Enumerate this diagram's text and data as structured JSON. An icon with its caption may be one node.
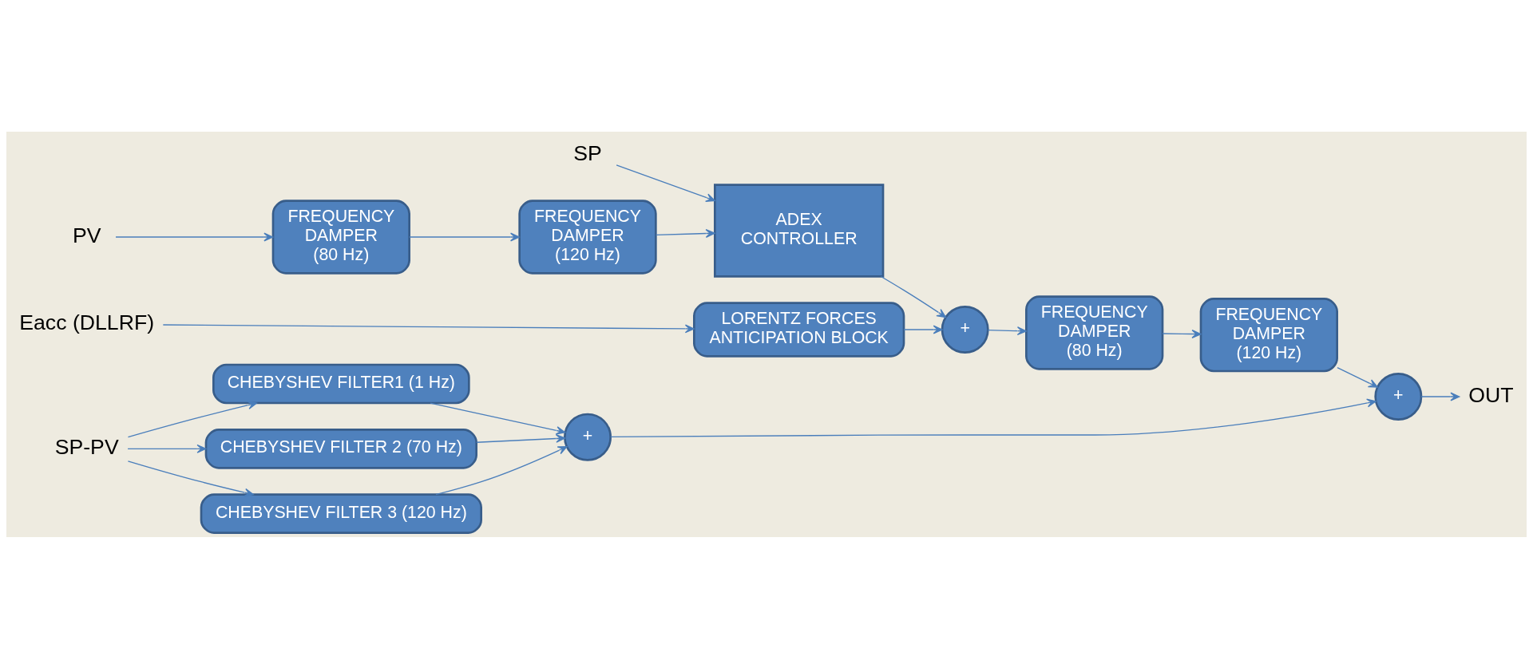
{
  "diagram": {
    "nodes": [
      {
        "text": [
          "Eacc (DLLRF)"
        ]
      },
      {
        "text": [
          "LORENTZ FORCES ANTICIPATION BLOCK"
        ]
      },
      {
        "text": [
          "SP"
        ]
      },
      {
        "text": [
          "PV"
        ]
      },
      {
        "text": [
          "FREQUENCY DAMPER (80 Hz)"
        ]
      },
      {
        "text": [
          "FREQUENCY DAMPER (120 Hz)"
        ]
      },
      {
        "text": [
          "ADEX CONTROLLER"
        ]
      },
      {
        "text": [
          "+"
        ]
      },
      {
        "text": [
          "FREQUENCY DAMPER (80 Hz)"
        ]
      },
      {
        "text": [
          "FREQUENCY DAMPER (120 Hz)"
        ]
      },
      {
        "text": [
          "+"
        ]
      },
      {
        "text": [
          "OUT"
        ]
      },
      {
        "text": [
          "CHEBYSHEV FILTER1 (1 Hz)"
        ]
      },
      {
        "text": [
          "SP-PV"
        ]
      },
      {
        "text": [
          "CHEBYSHEV FILTER 2 (70 Hz)"
        ]
      },
      {
        "text": [
          "CHEBYSHEV FILTER 3 (120 Hz)"
        ]
      },
      {
        "text": [
          "+"
        ]
      }
    ],
    "edges": [
      {
        "from": 0,
        "to": 1,
        "arrow": "to"
      },
      {
        "from": 1,
        "to": 7,
        "arrow": "to"
      },
      {
        "from": 2,
        "to": 6,
        "arrow": "to"
      },
      {
        "from": 3,
        "to": 4,
        "arrow": "to"
      },
      {
        "from": 4,
        "to": 5,
        "arrow": "to"
      },
      {
        "from": 5,
        "to": 6,
        "arrow": "to"
      },
      {
        "from": 6,
        "to": 7,
        "arrow": "to"
      },
      {
        "from": 7,
        "to": 8,
        "arrow": "to"
      },
      {
        "from": 8,
        "to": 9,
        "arrow": "to"
      },
      {
        "from": 9,
        "to": 10,
        "arrow": "to"
      },
      {
        "from": 10,
        "to": 11,
        "arrow": "to"
      },
      {
        "from": 13,
        "to": 12,
        "arrow": "to"
      },
      {
        "from": 13,
        "to": 14,
        "arrow": "to"
      },
      {
        "from": 13,
        "to": 15,
        "arrow": "to"
      },
      {
        "from": 12,
        "to": 16,
        "arrow": "to"
      },
      {
        "from": 14,
        "to": 16,
        "arrow": "to"
      },
      {
        "from": 15,
        "to": 16,
        "arrow": "to"
      },
      {
        "from": 16,
        "to": 10,
        "arrow": "to"
      }
    ]
  }
}
